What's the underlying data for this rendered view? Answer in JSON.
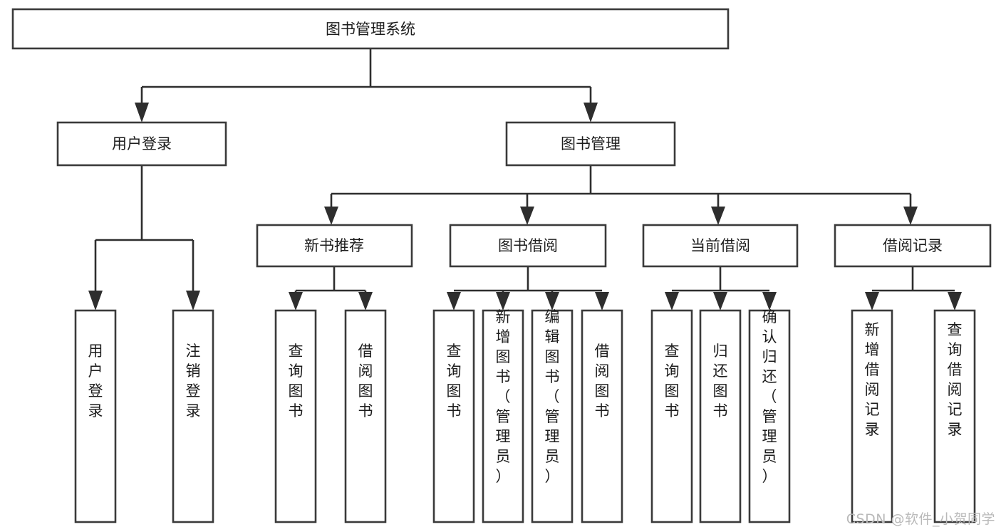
{
  "diagram": {
    "type": "tree",
    "title": "图书管理系统",
    "watermark": "CSDN @软件_小贺同学",
    "colors": {
      "background": "#ffffff",
      "box_stroke": "#3a3a3a",
      "connector": "#2e2e2e",
      "text": "#1c1c1c",
      "watermark": "#b9b9b9"
    },
    "levels": {
      "root": {
        "label": "图书管理系统",
        "orientation": "horizontal"
      },
      "level2": [
        {
          "label": "用户登录",
          "orientation": "horizontal"
        },
        {
          "label": "图书管理",
          "orientation": "horizontal"
        }
      ],
      "level3": [
        {
          "label": "新书推荐",
          "orientation": "horizontal",
          "parent": "图书管理"
        },
        {
          "label": "图书借阅",
          "orientation": "horizontal",
          "parent": "图书管理"
        },
        {
          "label": "当前借阅",
          "orientation": "horizontal",
          "parent": "图书管理"
        },
        {
          "label": "借阅记录",
          "orientation": "horizontal",
          "parent": "图书管理"
        }
      ],
      "leaves": [
        {
          "label": "用户登录",
          "orientation": "vertical",
          "parent": "用户登录"
        },
        {
          "label": "注销登录",
          "orientation": "vertical",
          "parent": "用户登录"
        },
        {
          "label": "查询图书",
          "orientation": "vertical",
          "parent": "新书推荐"
        },
        {
          "label": "借阅图书",
          "orientation": "vertical",
          "parent": "新书推荐"
        },
        {
          "label": "查询图书",
          "orientation": "vertical",
          "parent": "图书借阅"
        },
        {
          "label": "新增图书（管理员）",
          "orientation": "vertical",
          "parent": "图书借阅"
        },
        {
          "label": "编辑图书（管理员）",
          "orientation": "vertical",
          "parent": "图书借阅"
        },
        {
          "label": "借阅图书",
          "orientation": "vertical",
          "parent": "图书借阅"
        },
        {
          "label": "查询图书",
          "orientation": "vertical",
          "parent": "当前借阅"
        },
        {
          "label": "归还图书",
          "orientation": "vertical",
          "parent": "当前借阅"
        },
        {
          "label": "确认归还（管理员）",
          "orientation": "vertical",
          "parent": "当前借阅"
        },
        {
          "label": "新增借阅记录",
          "orientation": "vertical",
          "parent": "借阅记录"
        },
        {
          "label": "查询借阅记录",
          "orientation": "vertical",
          "parent": "借阅记录"
        }
      ]
    },
    "nodes": {
      "root": {
        "text": "图书管理系统"
      },
      "n_user_login": {
        "text": "用户登录"
      },
      "n_book_mgmt": {
        "text": "图书管理"
      },
      "n_new_book_rec": {
        "text": "新书推荐"
      },
      "n_book_borrow": {
        "text": "图书借阅"
      },
      "n_current_borrow": {
        "text": "当前借阅"
      },
      "n_borrow_record": {
        "text": "借阅记录"
      },
      "l_user_login": {
        "chars": [
          "用",
          "户",
          "登",
          "录"
        ],
        "text": "用户登录"
      },
      "l_logout": {
        "chars": [
          "注",
          "销",
          "登",
          "录"
        ],
        "text": "注销登录"
      },
      "l_query_book_1": {
        "chars": [
          "查",
          "询",
          "图",
          "书"
        ],
        "text": "查询图书"
      },
      "l_borrow_book_1": {
        "chars": [
          "借",
          "阅",
          "图",
          "书"
        ],
        "text": "借阅图书"
      },
      "l_query_book_2": {
        "chars": [
          "查",
          "询",
          "图",
          "书"
        ],
        "text": "查询图书"
      },
      "l_add_book": {
        "chars": [
          "新",
          "增",
          "图",
          "书",
          "（",
          "管",
          "理",
          "员",
          "）"
        ],
        "text": "新增图书（管理员）"
      },
      "l_edit_book": {
        "chars": [
          "编",
          "辑",
          "图",
          "书",
          "（",
          "管",
          "理",
          "员",
          "）"
        ],
        "text": "编辑图书（管理员）"
      },
      "l_borrow_book_2": {
        "chars": [
          "借",
          "阅",
          "图",
          "书"
        ],
        "text": "借阅图书"
      },
      "l_query_book_3": {
        "chars": [
          "查",
          "询",
          "图",
          "书"
        ],
        "text": "查询图书"
      },
      "l_return_book": {
        "chars": [
          "归",
          "还",
          "图",
          "书"
        ],
        "text": "归还图书"
      },
      "l_confirm_return": {
        "chars": [
          "确",
          "认",
          "归",
          "还",
          "（",
          "管",
          "理",
          "员",
          "）"
        ],
        "text": "确认归还（管理员）"
      },
      "l_add_record": {
        "chars": [
          "新",
          "增",
          "借",
          "阅",
          "记",
          "录"
        ],
        "text": "新增借阅记录"
      },
      "l_query_record": {
        "chars": [
          "查",
          "询",
          "借",
          "阅",
          "记",
          "录"
        ],
        "text": "查询借阅记录"
      }
    }
  }
}
